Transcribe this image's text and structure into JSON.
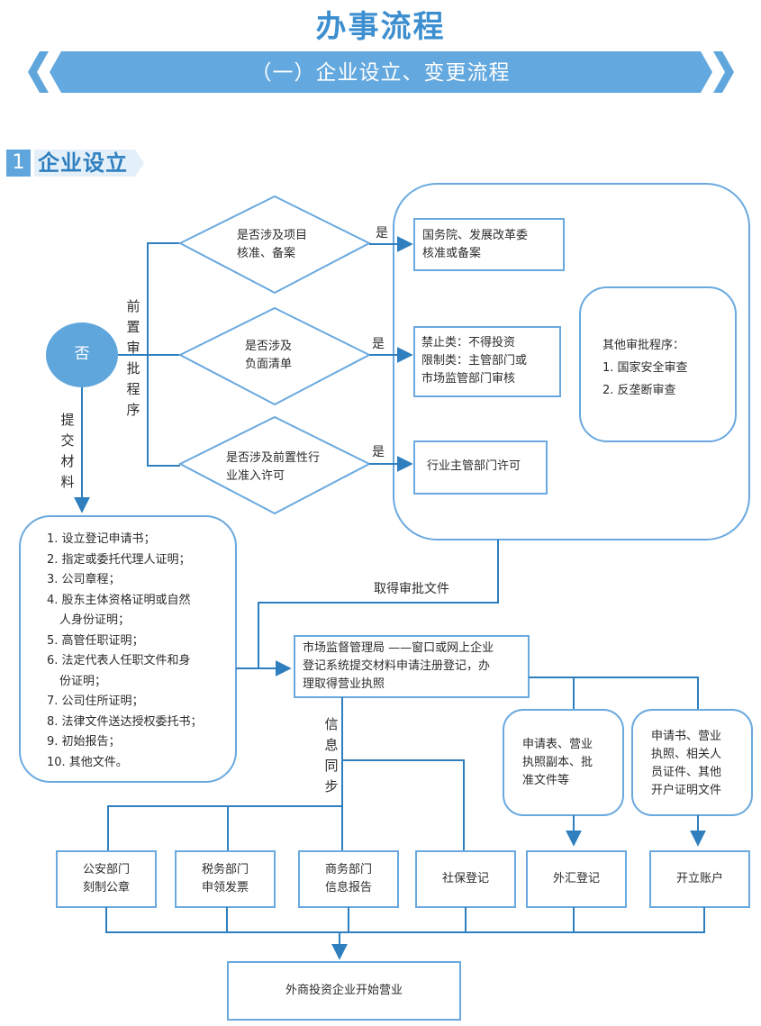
{
  "header": {
    "title": "办事流程",
    "banner": "（一）企业设立、变更流程"
  },
  "section": {
    "number": "1",
    "title": "企业设立"
  },
  "colors": {
    "accent": "#5fa6dc",
    "line": "#2f7fbf",
    "box_border": "#6aa9df",
    "title": "#3d8fd0"
  },
  "flow": {
    "start_node": "否",
    "pre_approval_label": "前置审批程序",
    "submit_label": "提交材料",
    "decisions": [
      {
        "text": [
          "是否涉及项目",
          "核准、备案"
        ],
        "yes": "是",
        "result": [
          "国务院、发展改革委",
          "核准或备案"
        ]
      },
      {
        "text": [
          "是否涉及",
          "负面清单"
        ],
        "yes": "是",
        "result": [
          "禁止类：不得投资",
          "限制类：主管部门或",
          "市场监管部门审核"
        ]
      },
      {
        "text": [
          "是否涉及前置性行",
          "业准入许可"
        ],
        "yes": "是",
        "result": [
          "行业主管部门许可"
        ]
      }
    ],
    "other_approval": {
      "title": "其他审批程序：",
      "items": [
        "1. 国家安全审查",
        "2. 反垄断审查"
      ]
    },
    "approval_docs_label": "取得审批文件",
    "materials": [
      "1. 设立登记申请书；",
      "2. 指定或委托代理人证明；",
      "3. 公司章程；",
      "4. 股东主体资格证明或自然",
      "人身份证明；",
      "5. 高管任职证明；",
      "6. 法定代表人任职文件和身",
      "份证明；",
      "7. 公司住所证明；",
      "8. 法律文件送达授权委托书；",
      "9. 初始报告；",
      "10. 其他文件。"
    ],
    "registration": [
      "市场监督管理局 ——窗口或网上企业",
      "登记系统提交材料申请注册登记，办",
      "理取得营业执照"
    ],
    "info_sync_label": "信息同步",
    "forex_docs": [
      "申请表、营业",
      "执照副本、批",
      "准文件等"
    ],
    "account_docs": [
      "申请书、营业",
      "执照、相关人",
      "员证件、其他",
      "开户证明文件"
    ],
    "departments": [
      [
        "公安部门",
        "刻制公章"
      ],
      [
        "税务部门",
        "申领发票"
      ],
      [
        "商务部门",
        "信息报告"
      ],
      [
        "社保登记"
      ],
      [
        "外汇登记"
      ],
      [
        "开立账户"
      ]
    ],
    "final": "外商投资企业开始营业"
  }
}
